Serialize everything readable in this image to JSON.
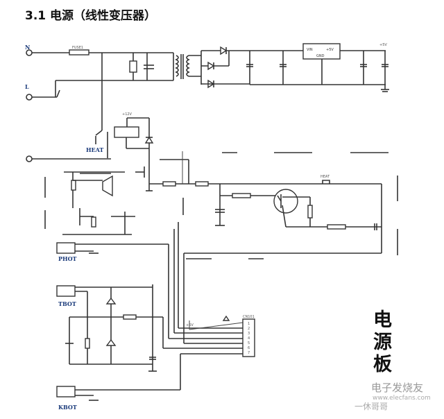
{
  "heading": "3.1 电源（线性变压器）",
  "schematic": {
    "labels": {
      "n": "N",
      "l": "L",
      "fuse": "FUSE1",
      "heat": "HEAT",
      "heat_element": "HEAT",
      "phot": "PHOT",
      "tbot": "TBOT",
      "kbot": "KBOT",
      "vin": "VIN",
      "out": "+5V",
      "gnd": "GND",
      "plus5v": "+5V",
      "plus12v": "+12V",
      "cn101": "CN101",
      "pins": [
        "1",
        "2",
        "3",
        "4",
        "5",
        "6",
        "7"
      ]
    },
    "board_label": "电源板"
  },
  "watermark": {
    "logo_text": "电子发烧友",
    "url": "www.elecfans.com",
    "author": "一休哥哥"
  }
}
